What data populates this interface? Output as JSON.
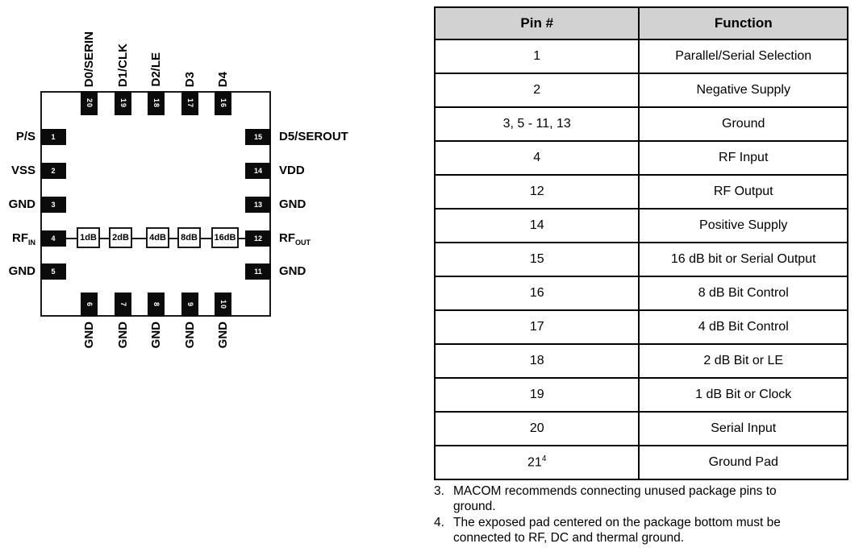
{
  "diagram": {
    "top_pins": [
      {
        "num": "20",
        "label": "D0/SERIN"
      },
      {
        "num": "19",
        "label": "D1/CLK"
      },
      {
        "num": "18",
        "label": "D2/LE"
      },
      {
        "num": "17",
        "label": "D3"
      },
      {
        "num": "16",
        "label": "D4"
      }
    ],
    "left_pins": [
      {
        "num": "1",
        "label": "P/S",
        "sub": ""
      },
      {
        "num": "2",
        "label": "VSS",
        "sub": ""
      },
      {
        "num": "3",
        "label": "GND",
        "sub": ""
      },
      {
        "num": "4",
        "label": "RF",
        "sub": "IN"
      },
      {
        "num": "5",
        "label": "GND",
        "sub": ""
      }
    ],
    "right_pins": [
      {
        "num": "15",
        "label": "D5/SEROUT",
        "sub": ""
      },
      {
        "num": "14",
        "label": "VDD",
        "sub": ""
      },
      {
        "num": "13",
        "label": "GND",
        "sub": ""
      },
      {
        "num": "12",
        "label": "RF",
        "sub": "OUT"
      },
      {
        "num": "11",
        "label": "GND",
        "sub": ""
      }
    ],
    "bottom_pins": [
      {
        "num": "6",
        "label": "GND"
      },
      {
        "num": "7",
        "label": "GND"
      },
      {
        "num": "8",
        "label": "GND"
      },
      {
        "num": "9",
        "label": "GND"
      },
      {
        "num": "10",
        "label": "GND"
      }
    ],
    "attenuators": [
      "1dB",
      "2dB",
      "4dB",
      "8dB",
      "16dB"
    ]
  },
  "table": {
    "headers": [
      "Pin #",
      "Function"
    ],
    "rows": [
      {
        "pin": "1",
        "pin_sup": "",
        "function": "Parallel/Serial Selection"
      },
      {
        "pin": "2",
        "pin_sup": "",
        "function": "Negative Supply"
      },
      {
        "pin": "3, 5 - 11, 13",
        "pin_sup": "",
        "function": "Ground"
      },
      {
        "pin": "4",
        "pin_sup": "",
        "function": "RF Input"
      },
      {
        "pin": "12",
        "pin_sup": "",
        "function": "RF Output"
      },
      {
        "pin": "14",
        "pin_sup": "",
        "function": "Positive Supply"
      },
      {
        "pin": "15",
        "pin_sup": "",
        "function": "16 dB bit or Serial Output"
      },
      {
        "pin": "16",
        "pin_sup": "",
        "function": "8 dB Bit Control"
      },
      {
        "pin": "17",
        "pin_sup": "",
        "function": "4 dB Bit Control"
      },
      {
        "pin": "18",
        "pin_sup": "",
        "function": "2 dB Bit or LE"
      },
      {
        "pin": "19",
        "pin_sup": "",
        "function": "1 dB Bit or Clock"
      },
      {
        "pin": "20",
        "pin_sup": "",
        "function": "Serial Input"
      },
      {
        "pin": "21",
        "pin_sup": "4",
        "function": "Ground Pad"
      }
    ]
  },
  "notes": [
    {
      "num": "3.",
      "lines": [
        "MACOM recommends connecting unused package pins to",
        "ground."
      ]
    },
    {
      "num": "4.",
      "lines": [
        "The exposed pad centered on the package bottom must be",
        "connected to RF, DC and thermal ground."
      ]
    }
  ],
  "colors": {
    "pin_fill": "#0b0b0b",
    "outline": "#1a1a1a",
    "table_header_bg": "#d2d2d2",
    "text": "#000000"
  }
}
